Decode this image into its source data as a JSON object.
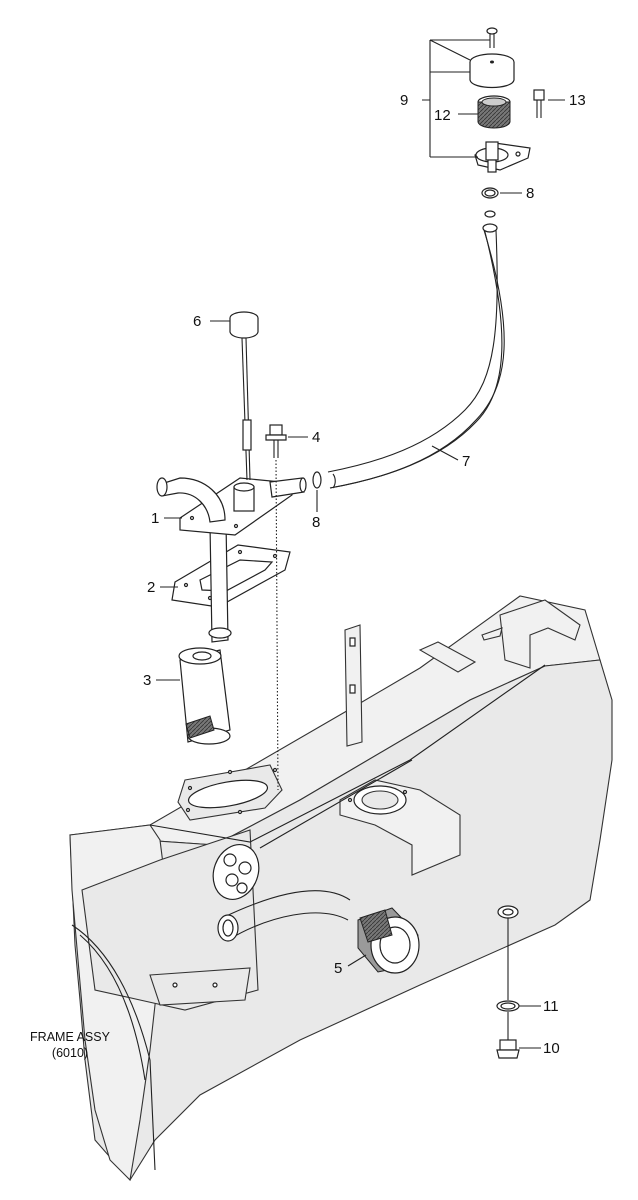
{
  "title": {
    "line1": "FRAME ASSY",
    "line2": "(6010)"
  },
  "callouts": [
    {
      "id": "c1",
      "text": "1"
    },
    {
      "id": "c2",
      "text": "2"
    },
    {
      "id": "c3",
      "text": "3"
    },
    {
      "id": "c4",
      "text": "4"
    },
    {
      "id": "c5",
      "text": "5"
    },
    {
      "id": "c6",
      "text": "6"
    },
    {
      "id": "c7",
      "text": "7"
    },
    {
      "id": "c8a",
      "text": "8"
    },
    {
      "id": "c8b",
      "text": "8"
    },
    {
      "id": "c9",
      "text": "9"
    },
    {
      "id": "c10",
      "text": "10"
    },
    {
      "id": "c11",
      "text": "11"
    },
    {
      "id": "c12",
      "text": "12"
    },
    {
      "id": "c13",
      "text": "13"
    }
  ]
}
